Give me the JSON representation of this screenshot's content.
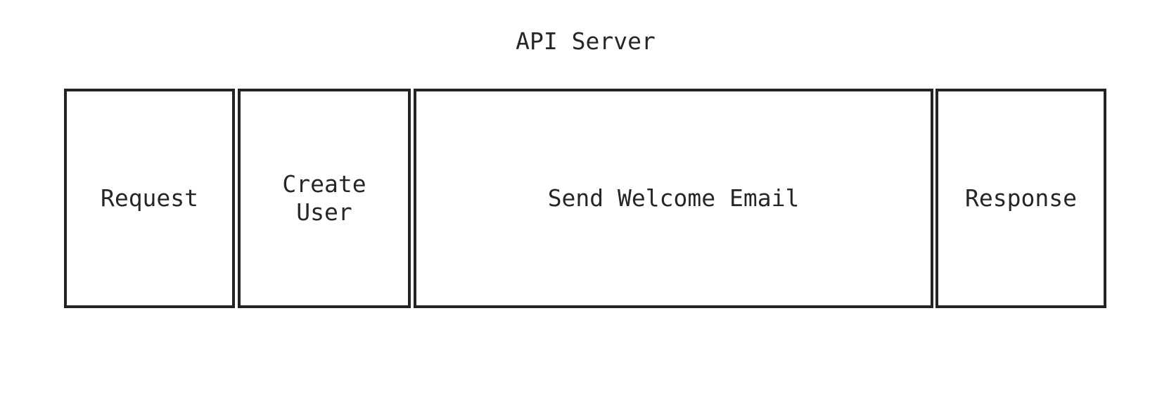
{
  "diagram": {
    "title": "API Server",
    "spans": [
      {
        "label": "Request"
      },
      {
        "label": "Create\nUser"
      },
      {
        "label": "Send Welcome Email"
      },
      {
        "label": "Response"
      }
    ],
    "colors": {
      "ink": "#262626",
      "border": "#232323",
      "background": "#ffffff"
    }
  }
}
